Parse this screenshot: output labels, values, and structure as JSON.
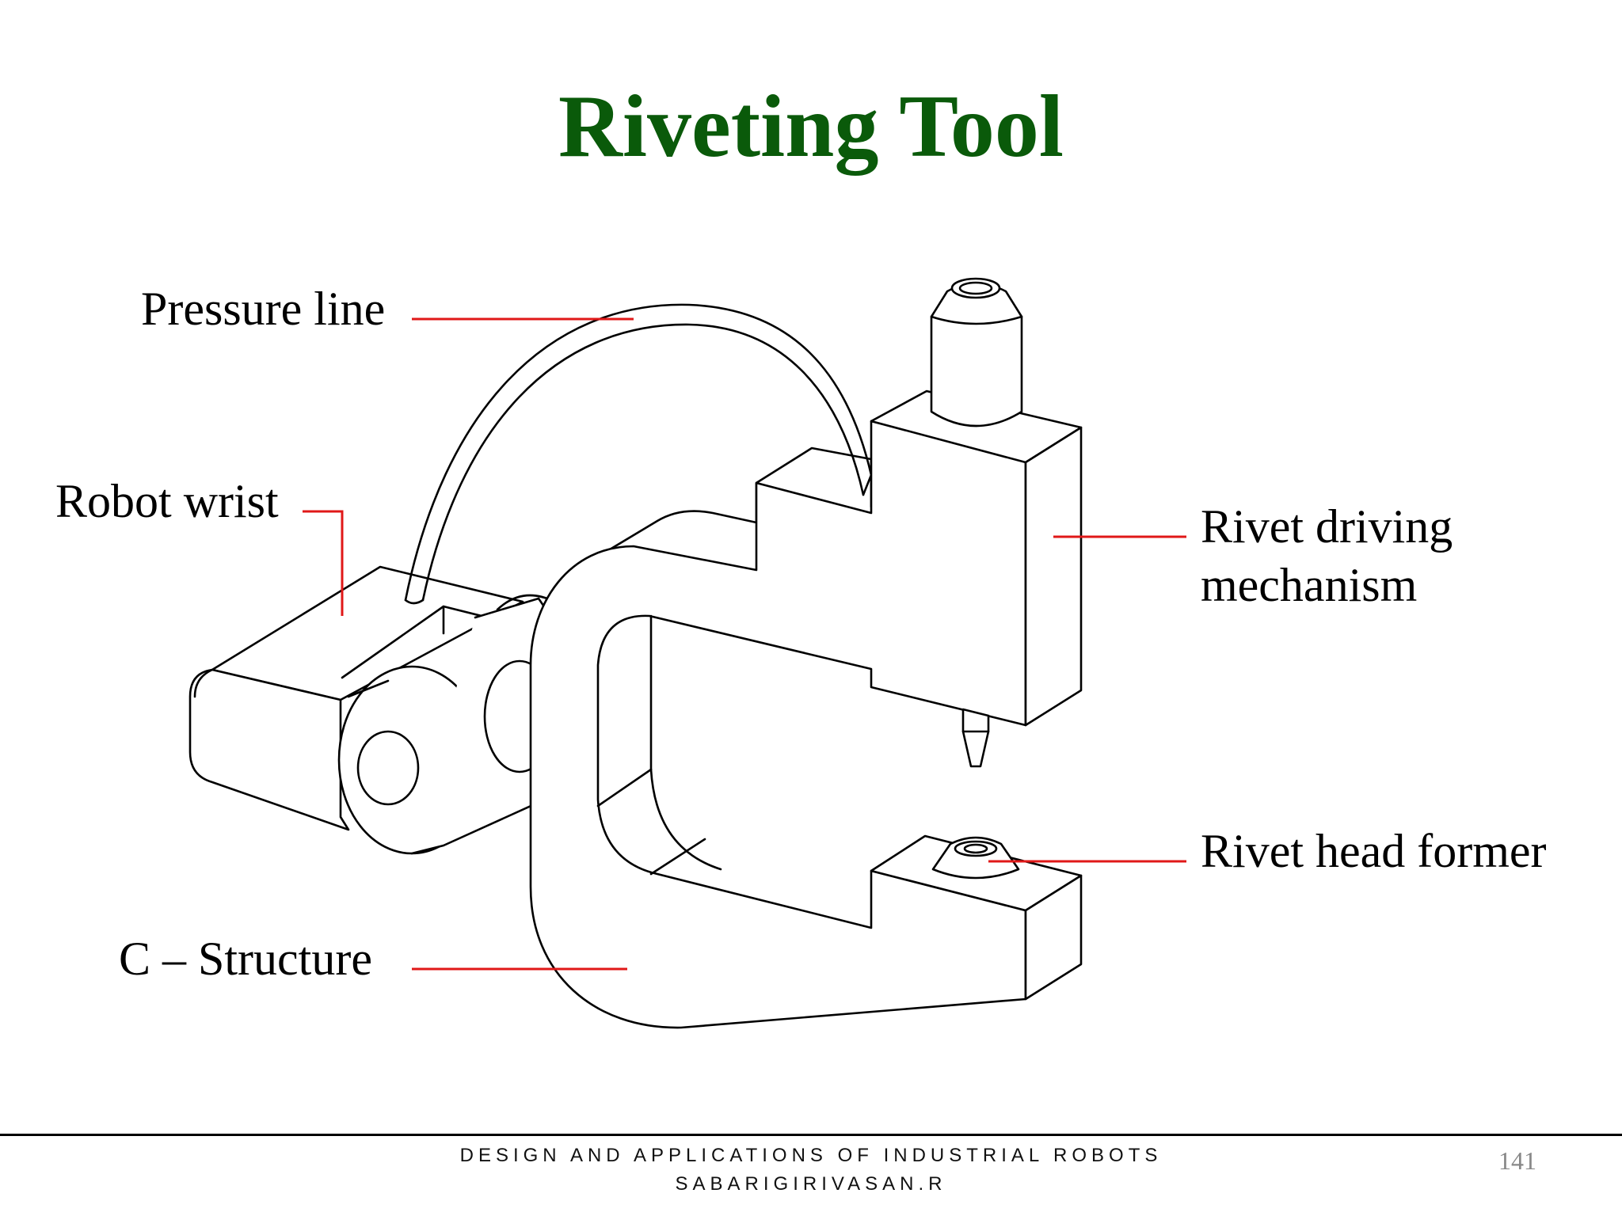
{
  "slide": {
    "title": "Riveting Tool",
    "page_number": "141"
  },
  "labels": {
    "pressure_line": "Pressure line",
    "robot_wrist": "Robot wrist",
    "rivet_driving_line1": "Rivet driving",
    "rivet_driving_line2": "mechanism",
    "rivet_head_former": "Rivet head former",
    "c_structure": "C – Structure"
  },
  "footer": {
    "course": "DESIGN AND APPLICATIONS OF INDUSTRIAL ROBOTS",
    "author": "SABARIGIRIVASAN.R"
  },
  "colors": {
    "title": "#0a5a0a",
    "leader_lines": "#e01818",
    "drawing": "#000000",
    "page_number": "#888888"
  }
}
